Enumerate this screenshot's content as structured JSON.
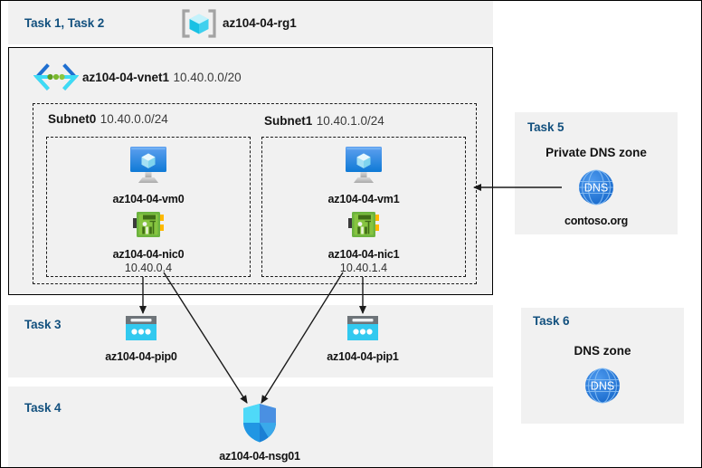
{
  "diagram": {
    "title": "Azure AZ-104 Module 04 lab architecture",
    "background": "#ffffff",
    "panel_fill": "#f1f1f1",
    "task_label_color": "#12507e",
    "line_color": "#1a1a1a"
  },
  "header": {
    "task_label": "Task 1, Task 2",
    "resource_group": {
      "icon": "resource-group-icon",
      "name": "az104-04-rg1"
    }
  },
  "vnet": {
    "icon": "virtual-network-icon",
    "name": "az104-04-vnet1",
    "address_space": "10.40.0.0/20",
    "subnets": [
      {
        "name": "Subnet0",
        "address_prefix": "10.40.0.0/24",
        "resources": [
          {
            "icon": "virtual-machine-icon",
            "name": "az104-04-vm0",
            "detail": ""
          },
          {
            "icon": "network-interface-icon",
            "name": "az104-04-nic0",
            "detail": "10.40.0.4"
          }
        ]
      },
      {
        "name": "Subnet1",
        "address_prefix": "10.40.1.0/24",
        "resources": [
          {
            "icon": "virtual-machine-icon",
            "name": "az104-04-vm1",
            "detail": ""
          },
          {
            "icon": "network-interface-icon",
            "name": "az104-04-nic1",
            "detail": "10.40.1.4"
          }
        ]
      }
    ]
  },
  "task3": {
    "task_label": "Task 3",
    "public_ips": [
      {
        "icon": "public-ip-address-icon",
        "name": "az104-04-pip0"
      },
      {
        "icon": "public-ip-address-icon",
        "name": "az104-04-pip1"
      }
    ]
  },
  "task4": {
    "task_label": "Task 4",
    "nsg": {
      "icon": "network-security-group-icon",
      "name": "az104-04-nsg01"
    }
  },
  "task5": {
    "task_label": "Task 5",
    "zone_title": "Private DNS zone",
    "icon": "dns-zone-icon",
    "zone_name": "contoso.org"
  },
  "task6": {
    "task_label": "Task 6",
    "zone_title": "DNS zone",
    "icon": "dns-zone-icon",
    "zone_name": ""
  }
}
